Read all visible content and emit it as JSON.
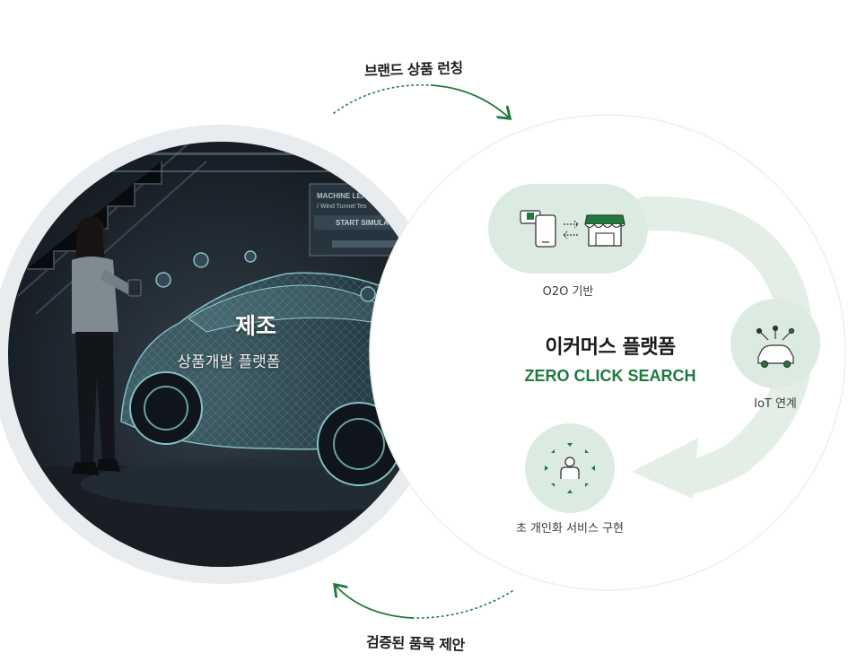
{
  "top_arc_label": "브랜드 상품 런칭",
  "bottom_arc_label": "검증된 품목 제안",
  "manufacturing": {
    "title": "제조",
    "subtitle": "상품개발 플랫폼",
    "photo_texts": [
      "MACHINE LEA",
      "/ Wind Tunnel Tes",
      "START SIMULA"
    ]
  },
  "ecommerce": {
    "title": "이커머스 플랫폼",
    "subtitle": "ZERO CLICK SEARCH",
    "nodes": [
      {
        "label": "O2O 기반",
        "icon": "o2o-phone-store-icon"
      },
      {
        "label": "IoT 연계",
        "icon": "connected-car-icon"
      },
      {
        "label": "초 개인화 서비스 구현",
        "icon": "personalization-user-icon"
      }
    ]
  },
  "colors": {
    "accent_green": "#1f7a3e",
    "node_fill": "#dcebe1",
    "flow_fill": "#e3efe6",
    "ring_gray": "#e9ecee"
  }
}
